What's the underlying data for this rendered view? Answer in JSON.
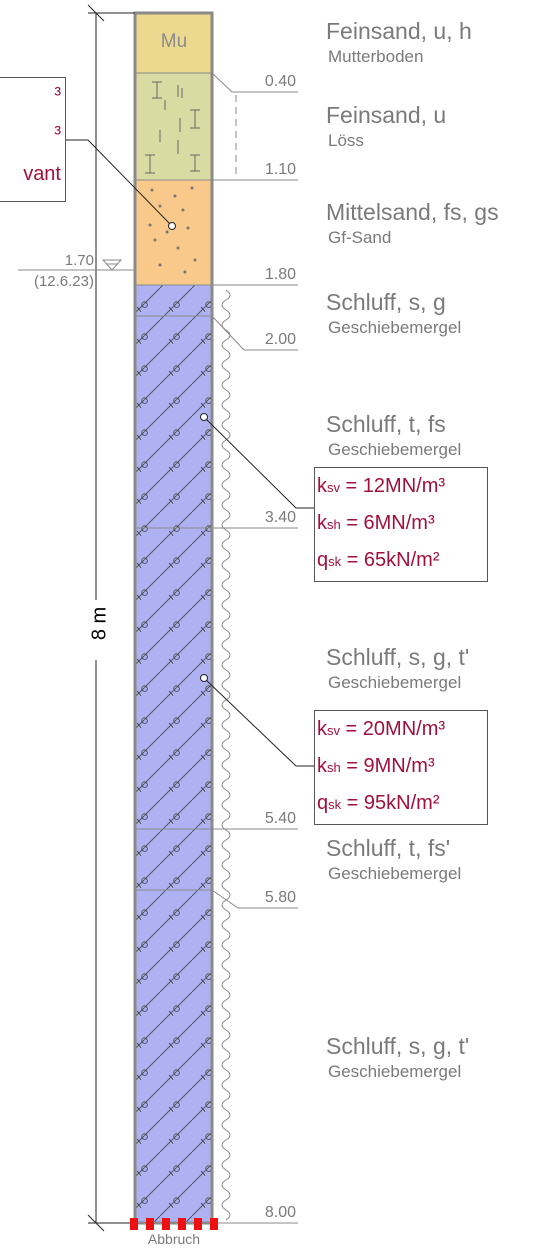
{
  "column": {
    "colors": {
      "mutterboden": "#ecd98f",
      "loess": "#d9dba2",
      "sand": "#f8c98a",
      "schluff": "#aeb2f2",
      "outline": "#8a8a8a",
      "callout_text": "#a0103a",
      "abbruch": "#ee1111"
    },
    "top_label": "Mu",
    "bottom_label": "Abbruch",
    "total_depth_label": "8 m",
    "groundwater": {
      "depth": "1.70",
      "date": "(12.6.23)"
    }
  },
  "layers": [
    {
      "title": "Feinsand, u, h",
      "subtitle": "Mutterboden",
      "bottom_depth": "0.40"
    },
    {
      "title": "Feinsand, u",
      "subtitle": "Löss",
      "bottom_depth": "1.10"
    },
    {
      "title": "Mittelsand, fs, gs",
      "subtitle": "Gf-Sand",
      "bottom_depth": "1.80"
    },
    {
      "title": "Schluff, s, g",
      "subtitle": "Geschiebemergel",
      "bottom_depth": "2.00"
    },
    {
      "title": "Schluff, t, fs",
      "subtitle": "Geschiebemergel",
      "bottom_depth": "3.40"
    },
    {
      "title": "Schluff, s, g, t'",
      "subtitle": "Geschiebemergel",
      "bottom_depth": "5.40"
    },
    {
      "title": "Schluff, t, fs'",
      "subtitle": "Geschiebemergel",
      "bottom_depth": "5.80"
    },
    {
      "title": "Schluff, s, g, t'",
      "subtitle": "Geschiebemergel",
      "bottom_depth": "8.00"
    }
  ],
  "callouts": {
    "left_partial": {
      "line1": "³",
      "line2": "³",
      "line3": "vant"
    },
    "box1": {
      "ksv_label": "k",
      "ksv_sub": "sv",
      "ksv_value": " = 12MN/m³",
      "ksh_label": "k",
      "ksh_sub": "sh",
      "ksh_value": " = 6MN/m³",
      "qsk_label": "q",
      "qsk_sub": "sk",
      "qsk_value": " = 65kN/m²"
    },
    "box2": {
      "ksv_label": "k",
      "ksv_sub": "sv",
      "ksv_value": " = 20MN/m³",
      "ksh_label": "k",
      "ksh_sub": "sh",
      "ksh_value": " = 9MN/m³",
      "qsk_label": "q",
      "qsk_sub": "sk",
      "qsk_value": " = 95kN/m²"
    }
  }
}
